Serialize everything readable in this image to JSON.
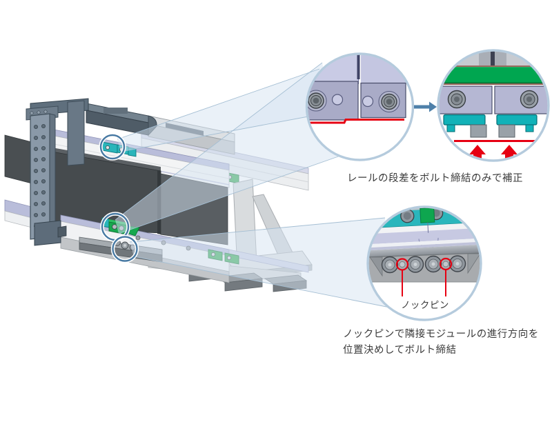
{
  "illustration": {
    "subject": "linear-transfer-module-joining-diagram",
    "captions": {
      "rail_step": "レールの段差をボルト締結のみで補正",
      "knock_pin_line1": "ノックピンで隣接モジュールの進行方向を",
      "knock_pin_line2": "位置決めしてボルト締結",
      "knock_pin_label": "ノックピン"
    },
    "colors": {
      "annotation_red": "#e60012",
      "clamp_green": "#00a650",
      "clamp_teal": "#2ab6bc",
      "rail_lavender": "#c6c8e2",
      "block_lavender": "#a9abc7",
      "callout_ring_blue": "#4779a3",
      "detail_ring_blue": "#b5cbdd",
      "arrow_blue": "#4e80a9",
      "machine_dark": "#464b4e",
      "machine_grey": "#a8abae"
    }
  }
}
